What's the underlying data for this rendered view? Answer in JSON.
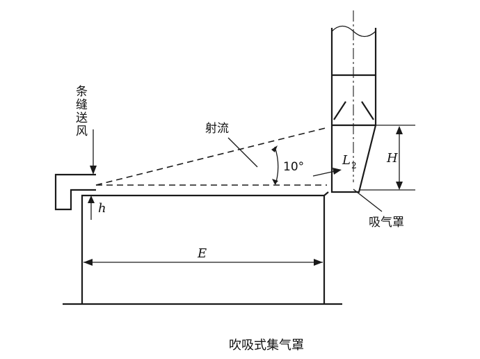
{
  "diagram": {
    "caption": "吹吸式集气罩",
    "labels": {
      "slot_supply": "条缝送风",
      "jet": "射流",
      "angle": "10°",
      "length_symbol": "L",
      "length_subscript": "2",
      "height_symbol": "H",
      "hood": "吸气罩",
      "gap_symbol": "h",
      "span_symbol": "E"
    }
  }
}
